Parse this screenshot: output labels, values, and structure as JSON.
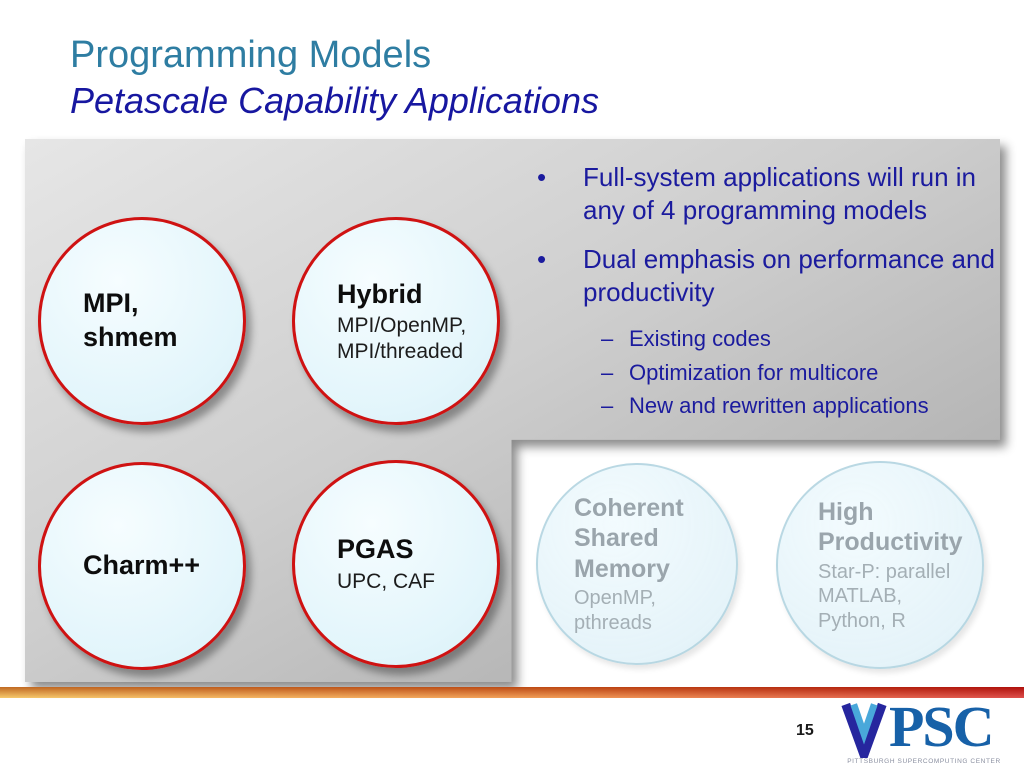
{
  "slide": {
    "title": "Programming Models",
    "subtitle": "Petascale Capability Applications"
  },
  "bullets": {
    "items": [
      {
        "marker": "•",
        "text": "Full-system applications will run in any of 4 programming models",
        "subitems": []
      },
      {
        "marker": "•",
        "text": "Dual emphasis on performance and productivity",
        "subitems": [
          {
            "marker": "–",
            "text": "Existing codes"
          },
          {
            "marker": "–",
            "text": "Optimization for multicore"
          },
          {
            "marker": "–",
            "text": "New and rewritten applications"
          }
        ]
      }
    ]
  },
  "models": {
    "mpi": {
      "name": "MPI,\nshmem",
      "detail": ""
    },
    "hybrid": {
      "name": "Hybrid",
      "detail": "MPI/OpenMP,\nMPI/threaded"
    },
    "charm": {
      "name": "Charm++",
      "detail": ""
    },
    "pgas": {
      "name": "PGAS",
      "detail": "UPC, CAF"
    }
  },
  "future_models": {
    "coherent_shared_memory": {
      "name": "Coherent\nShared\nMemory",
      "detail": "OpenMP,\npthreads"
    },
    "high_productivity": {
      "name": "High\nProductivity",
      "detail": "Star-P: parallel\nMATLAB,\nPython, R"
    }
  },
  "footer": {
    "page_number": "15",
    "logo_text": "PSC",
    "logo_caption": "PITTSBURGH SUPERCOMPUTING CENTER"
  },
  "colors": {
    "title": "#2e7da2",
    "subtitle": "#1717a0",
    "bullet_text": "#1b1b9e",
    "circle_border": "#cf1212",
    "circle_fill": "#e2f5fb",
    "panel_gray_light": "#e6e6e6",
    "panel_gray_dark": "#a4a4a4",
    "faded_text": "#9aa5ac",
    "footer_bar_left": "#f3b83c",
    "footer_bar_right": "#d31410",
    "logo_blue": "#1761a8"
  }
}
